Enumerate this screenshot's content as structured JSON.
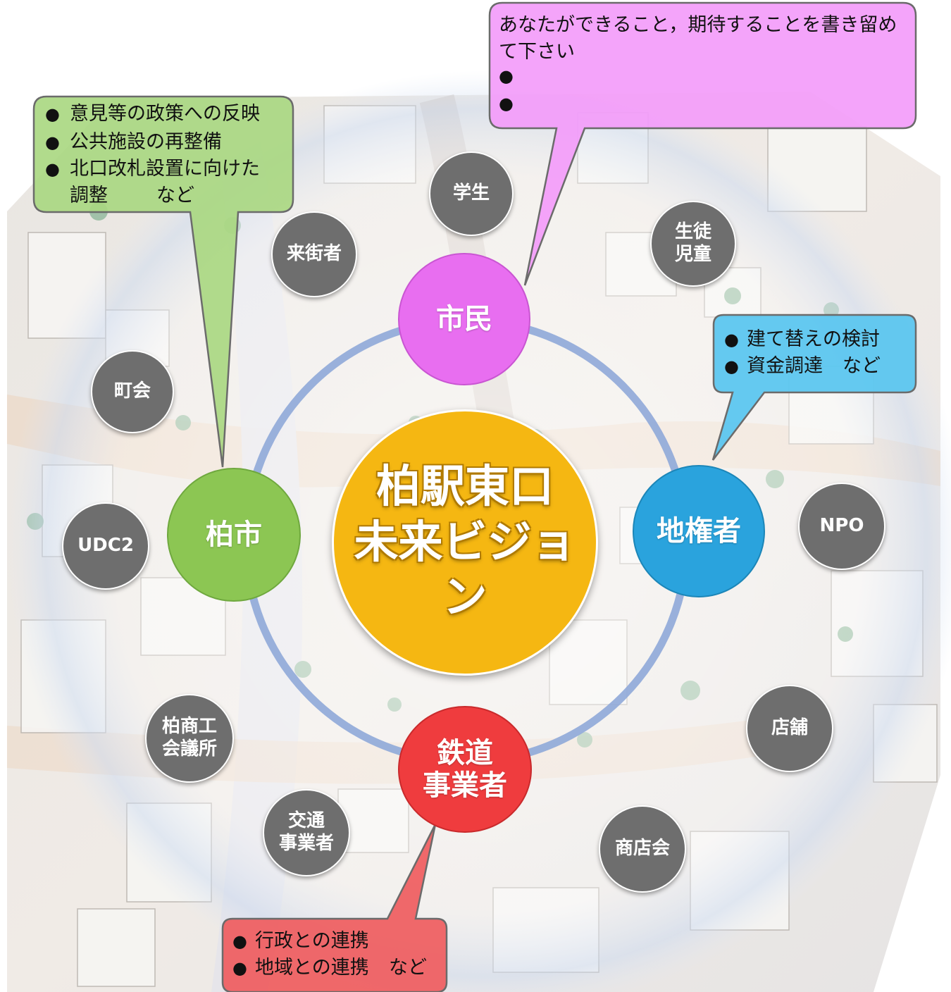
{
  "center": {
    "line1": "柏駅東口",
    "line2": "未来ビジョン"
  },
  "actors": {
    "shimin": "市民",
    "kashiwa_city": "柏市",
    "landowners": "地権者",
    "railway": {
      "line1": "鉄道",
      "line2": "事業者"
    }
  },
  "stakeholders": {
    "gakusei": "学生",
    "raigaisha": "来街者",
    "seito": {
      "line1": "生徒",
      "line2": "児童"
    },
    "chokai": "町会",
    "udc2": "UDC2",
    "npo": "NPO",
    "chamber": {
      "line1": "柏商工",
      "line2": "会議所"
    },
    "tenpo": "店舗",
    "transport": {
      "line1": "交通",
      "line2": "事業者"
    },
    "shotenkai": "商店会"
  },
  "callouts": {
    "citizen": {
      "text1": "あなたができること，期待することを書き留め",
      "text2": "て下さい",
      "bullet": "●"
    },
    "city": {
      "bullet": "●",
      "item1": "意見等の政策への反映",
      "item2": "公共施設の再整備",
      "item3a": "北口改札設置に向けた",
      "item3b": "調整",
      "item3c": "など"
    },
    "landowner": {
      "bullet": "●",
      "item1": "建て替えの検討",
      "item2": "資金調達",
      "item2b": "など"
    },
    "railway": {
      "bullet": "●",
      "item1": "行政との連携",
      "item2": "地域との連携",
      "item2b": "など"
    }
  },
  "colors": {
    "shimin": "#e86ef0",
    "kashiwa_city": "#8cc653",
    "landowners": "#2aa3dd",
    "railway": "#ef3c3e",
    "center": "#f5b712",
    "ring": "#8fa8d8",
    "stakeholder": "#6e6e6e"
  }
}
